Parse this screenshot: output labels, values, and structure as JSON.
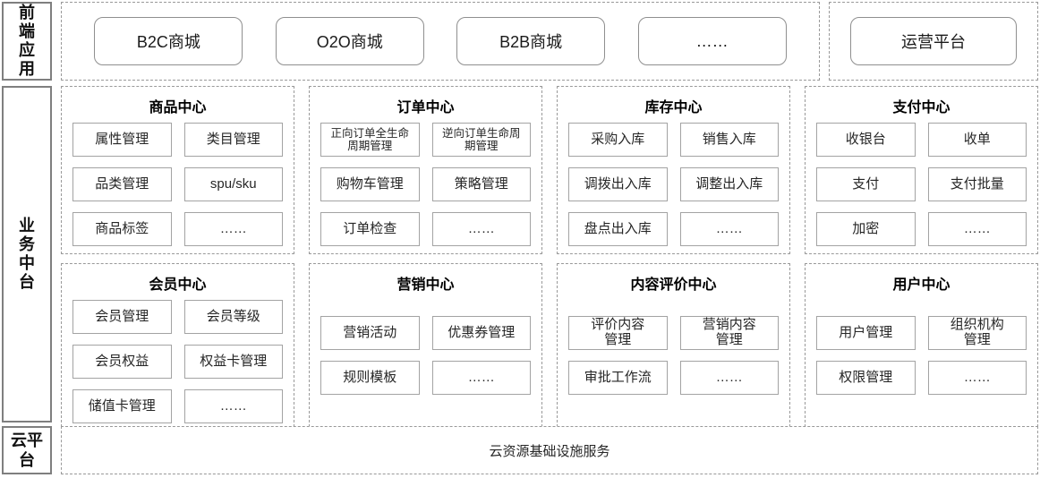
{
  "sidebar": {
    "frontend_label": "前端应用",
    "middle_label": "业务中台",
    "cloud_label": "云平台"
  },
  "frontend": {
    "apps": [
      "B2C商城",
      "O2O商城",
      "B2B商城",
      "……"
    ],
    "ops_platform": "运营平台"
  },
  "centers": [
    {
      "title": "商品中心",
      "items": [
        "属性管理",
        "类目管理",
        "品类管理",
        "spu/sku",
        "商品标签",
        "……"
      ]
    },
    {
      "title": "订单中心",
      "items": [
        "正向订单全生命周期管理",
        "逆向订单生命周期管理",
        "购物车管理",
        "策略管理",
        "订单检查",
        "……"
      ]
    },
    {
      "title": "库存中心",
      "items": [
        "采购入库",
        "销售入库",
        "调拨出入库",
        "调整出入库",
        "盘点出入库",
        "……"
      ]
    },
    {
      "title": "支付中心",
      "items": [
        "收银台",
        "收单",
        "支付",
        "支付批量",
        "加密",
        "……"
      ]
    },
    {
      "title": "会员中心",
      "items": [
        "会员管理",
        "会员等级",
        "会员权益",
        "权益卡管理",
        "储值卡管理",
        "……"
      ]
    },
    {
      "title": "营销中心",
      "items": [
        "营销活动",
        "优惠券管理",
        "规则模板",
        "……"
      ]
    },
    {
      "title": "内容评价中心",
      "items": [
        "评价内容管理",
        "营销内容管理",
        "审批工作流",
        "……"
      ]
    },
    {
      "title": "用户中心",
      "items": [
        "用户管理",
        "组织机构管理",
        "权限管理",
        "……"
      ]
    }
  ],
  "cloud": {
    "service_label": "云资源基础设施服务"
  }
}
